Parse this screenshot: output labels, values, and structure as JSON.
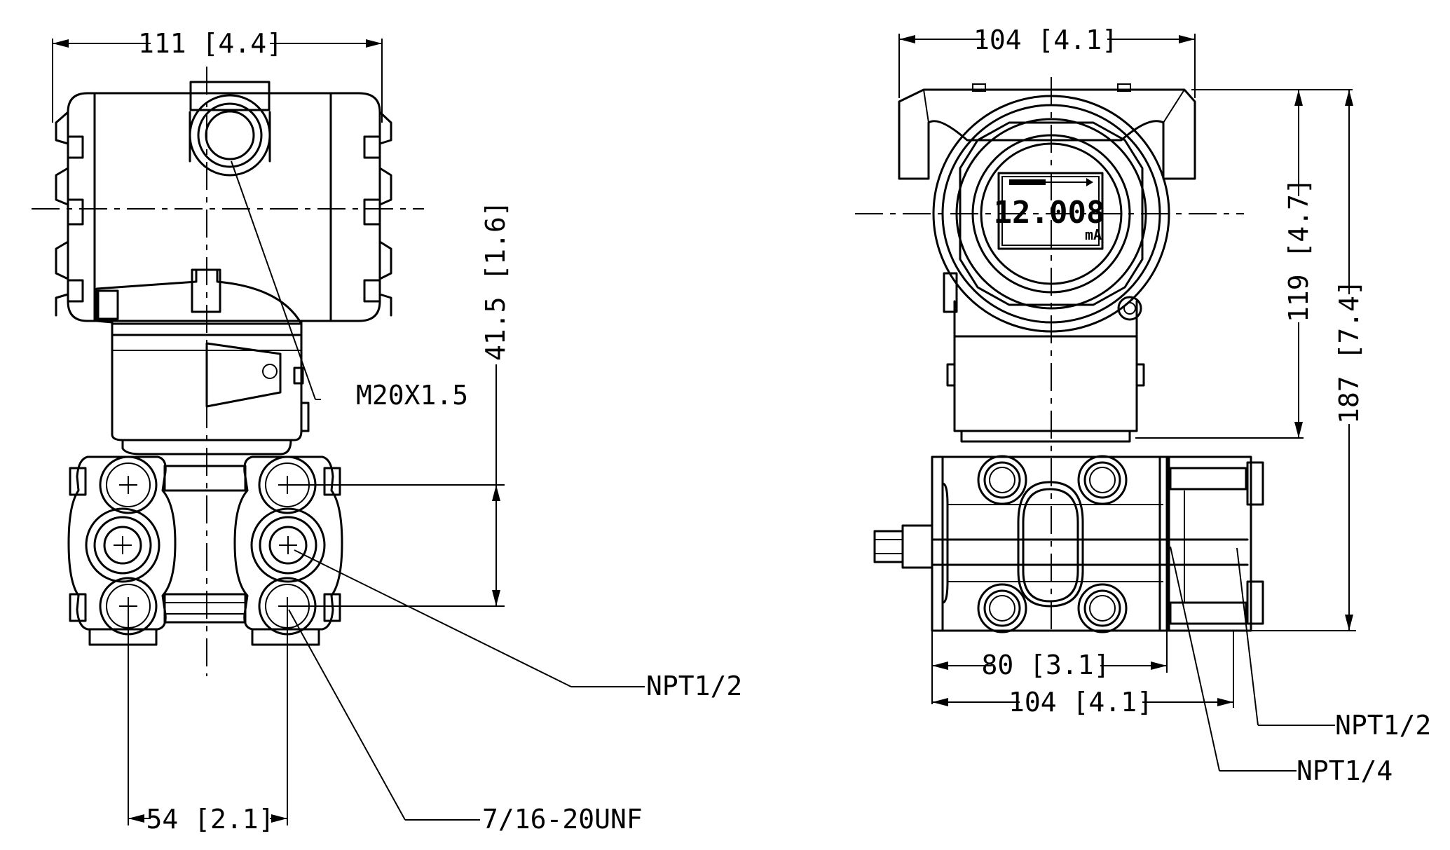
{
  "left_view": {
    "dims": {
      "top_width": "111 [4.4]",
      "height": "41.5 [1.6]",
      "bolt_spacing": "54 [2.1]"
    },
    "callouts": {
      "conduit": "M20X1.5",
      "process": "NPT1/2",
      "bolt": "7/16-20UNF"
    }
  },
  "right_view": {
    "dims": {
      "top_width": "104 [4.1]",
      "body_height": "119 [4.7]",
      "total_height": "187 [7.4]",
      "flange_width": "80 [3.1]",
      "bottom_width": "104 [4.1]"
    },
    "callouts": {
      "process": "NPT1/2",
      "vent": "NPT1/4"
    },
    "display": {
      "reading": "12.008",
      "unit": "mA"
    }
  }
}
